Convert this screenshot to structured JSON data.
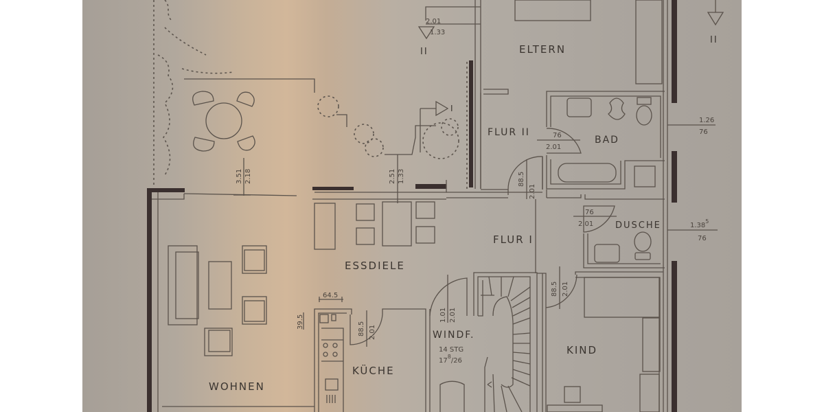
{
  "page": {
    "background": "#ffffff",
    "paper_color": "#aca69f",
    "ink_color": "#3a2f2e"
  },
  "rooms": {
    "eltern": "ELTERN",
    "flur2": "FLUR II",
    "bad": "BAD",
    "dusche": "DUSCHE",
    "flur1": "FLUR I",
    "essdiele": "ESSDIELE",
    "wohnen": "WOHNEN",
    "kueche": "KÜCHE",
    "kind": "KIND",
    "windfang": "WINDF.",
    "stairs_steps": "14 STG",
    "stairs_ratio_a": "17",
    "stairs_ratio_sup": "8",
    "stairs_ratio_b": "/26"
  },
  "section_markers": {
    "top_left": "II",
    "top_right": "II",
    "terrace": "I"
  },
  "dimensions": {
    "window_top_w": "2.01",
    "window_top_h": "1.33",
    "bad_window_w": "1.26",
    "bad_window_h": "76",
    "dusche_window_w": "1.38",
    "dusche_window_sup": "5",
    "dusche_window_h": "76",
    "wohnen_door_w": "3.51",
    "wohnen_door_h": "2.18",
    "essdiele_door_w": "2.51",
    "essdiele_door_h": "1.33",
    "flur2_bad_door_w": "76",
    "flur2_bad_door_h": "2.01",
    "flur2_door_w": "88.5",
    "flur2_door_h": "2.01",
    "dusche_door_w": "76",
    "dusche_door_h": "2.01",
    "kind_door_w": "88.5",
    "kind_door_h": "2.01",
    "windf_door_w": "1.01",
    "windf_door_h": "2.01",
    "kueche_door_w": "88.5",
    "kueche_door_h": "2.01",
    "kueche_counter_w": "64.5",
    "kueche_counter_d": "39.5"
  }
}
